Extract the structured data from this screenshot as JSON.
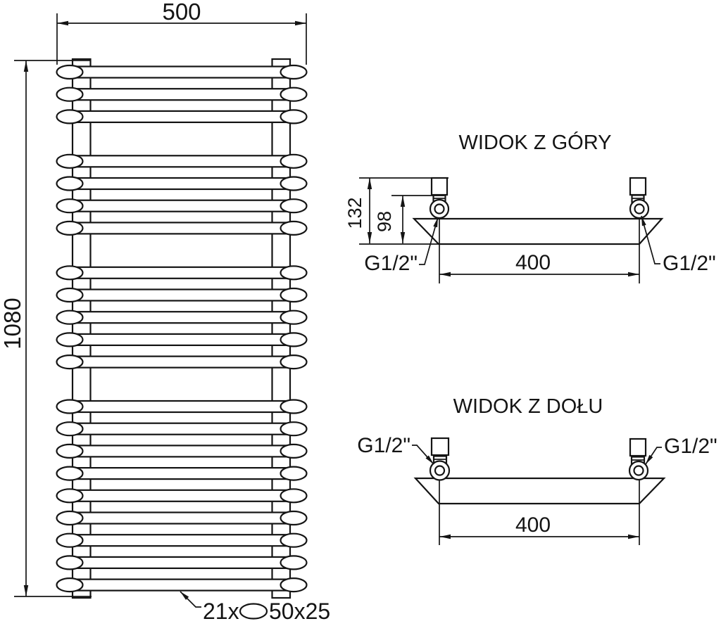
{
  "drawing": {
    "front_view": {
      "width_dim": "500",
      "height_dim": "1080",
      "tube_count": "21x",
      "tube_size": "50x25",
      "tube_groups": [
        3,
        4,
        5,
        9
      ]
    },
    "top_view": {
      "title": "WIDOK Z GÓRY",
      "total_depth_dim": "132",
      "axis_depth_dim": "98",
      "connection_spacing_dim": "400",
      "left_connection": "G1/2\"",
      "right_connection": "G1/2\""
    },
    "bottom_view": {
      "title": "WIDOK Z DOŁU",
      "connection_spacing_dim": "400",
      "left_connection": "G1/2\"",
      "right_connection": "G1/2\""
    },
    "colors": {
      "line": "#141414",
      "background": "#ffffff"
    }
  }
}
